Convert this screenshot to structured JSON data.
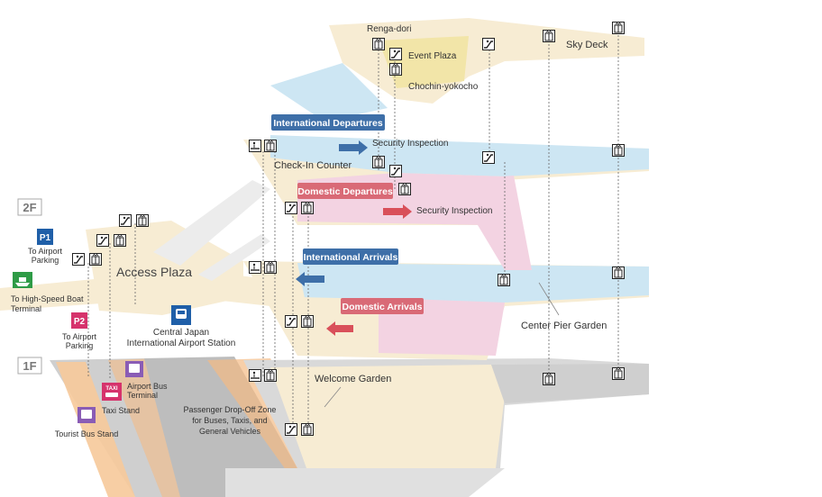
{
  "floors": {
    "f2": "2F",
    "f1": "1F"
  },
  "colors": {
    "floor_cream": "#f7ecd3",
    "floor_cream_dark": "#eadcc0",
    "international_blue": "#cde6f3",
    "domestic_pink": "#f3d3e2",
    "road_gray": "#c8c8c8",
    "badge_intl": "#3e6fa8",
    "badge_dom": "#d96a76",
    "arrow_blue": "#3e6fa8",
    "arrow_red": "#d9505a",
    "parking_blue": "#1f5fa8",
    "parking_pink": "#d6336c",
    "boat_green": "#2e9b46",
    "bus_purple": "#8a5cb5",
    "train_blue": "#1f5fa8"
  },
  "top_floor": {
    "renga_dori": "Renga-dori",
    "event_plaza": "Event Plaza",
    "chochin_yokocho": "Chochin-yokocho",
    "sky_deck": "Sky Deck"
  },
  "departures": {
    "international_badge": "International Departures",
    "domestic_badge": "Domestic Departures",
    "security_intl": "Security Inspection",
    "security_dom": "Security Inspection",
    "check_in": "Check-In Counter"
  },
  "arrivals": {
    "international_badge": "International Arrivals",
    "domestic_badge": "Domestic Arrivals",
    "center_pier_garden": "Center Pier Garden"
  },
  "ground": {
    "welcome_garden": "Welcome Garden",
    "drop_off_line1": "Passenger Drop-Off Zone",
    "drop_off_line2": "for Buses, Taxis, and",
    "drop_off_line3": "General Vehicles"
  },
  "access": {
    "access_plaza": "Access Plaza",
    "p1_label": "P1",
    "p1_line1": "To Airport",
    "p1_line2": "Parking",
    "p2_label": "P2",
    "p2_line1": "To Airport",
    "p2_line2": "Parking",
    "boat_line1": "To High-Speed Boat",
    "boat_line2": "Terminal",
    "station_line1": "Central Japan",
    "station_line2": "International Airport Station",
    "bus_line1": "Airport Bus",
    "bus_line2": "Terminal",
    "taxi_badge": "TAXI",
    "taxi_stand": "Taxi Stand",
    "tourist_bus": "Tourist Bus Stand"
  },
  "icons": {
    "elevator": "elevator-icon",
    "escalator": "escalator-icon",
    "moving_walkway": "moving-walkway-icon",
    "train": "train-icon",
    "bus": "bus-icon",
    "taxi": "taxi-icon",
    "boat": "boat-icon",
    "parking": "parking-icon"
  }
}
